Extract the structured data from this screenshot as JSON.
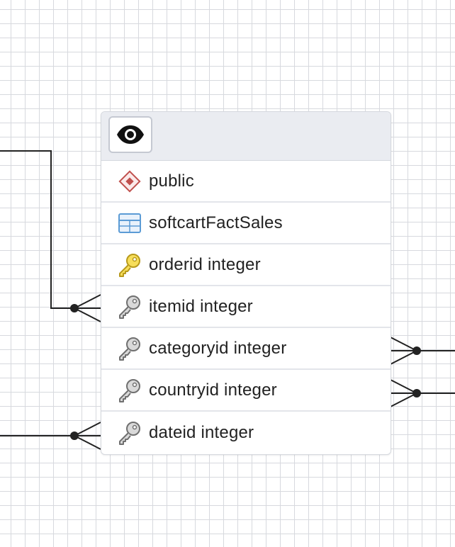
{
  "node": {
    "view_button_icon": "eye-icon",
    "schema": {
      "label": "public",
      "icon": "schema-icon"
    },
    "table": {
      "label": "softcartFactSales",
      "icon": "table-icon"
    },
    "columns": [
      {
        "label": "orderid integer",
        "icon": "primary-key-icon",
        "key_color": "#e2c33a"
      },
      {
        "label": "itemid integer",
        "icon": "foreign-key-icon",
        "key_color": "#8a8a8a"
      },
      {
        "label": "categoryid integer",
        "icon": "foreign-key-icon",
        "key_color": "#8a8a8a"
      },
      {
        "label": "countryid integer",
        "icon": "foreign-key-icon",
        "key_color": "#8a8a8a"
      },
      {
        "label": "dateid integer",
        "icon": "foreign-key-icon",
        "key_color": "#8a8a8a"
      }
    ]
  },
  "colors": {
    "schema_icon": "#c0504d",
    "table_icon": "#5b9bd5",
    "line": "#222222",
    "grid": "#d7d9de"
  }
}
